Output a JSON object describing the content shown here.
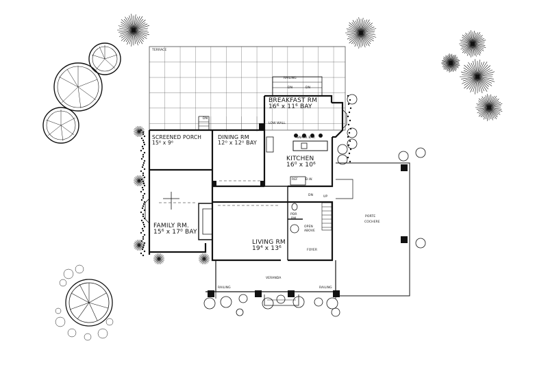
{
  "plan": {
    "rooms": {
      "breakfast": {
        "name": "BREAKFAST RM",
        "dims": "16⁶ x 11⁶ BAY"
      },
      "dining": {
        "name": "DINING RM",
        "dims": "12⁰ x 12⁰ BAY"
      },
      "kitchen": {
        "name": "KITCHEN",
        "dims": "16⁰ x 10⁶"
      },
      "screened": {
        "name": "SCREENED PORCH",
        "dims": "15⁶ x 9⁶"
      },
      "family": {
        "name": "FAMILY RM.",
        "dims": "15⁶ x 17⁰ BAY"
      },
      "living": {
        "name": "LIVING RM",
        "dims": "19⁴ x 13⁶"
      }
    },
    "labels": {
      "terrace": "TERRACE",
      "veranda": "VERANDA",
      "porte": "PORTE",
      "cochere": "COCHERE",
      "foyer": "FOYER",
      "open_above": "OPEN",
      "open_above2": "ABOVE",
      "powder": "PDR",
      "powder2": "RM",
      "low_wall": "LOW WALL",
      "snack_bar": "SNACK BAR",
      "railing_left": "RAILING",
      "railing_right": "RAILING",
      "railing_top": "RAILING",
      "up": "UP",
      "dn1": "DN",
      "dn2": "DN",
      "dn3": "DN",
      "dn4": "DN",
      "ref": "REF",
      "dw": "D.W."
    }
  }
}
